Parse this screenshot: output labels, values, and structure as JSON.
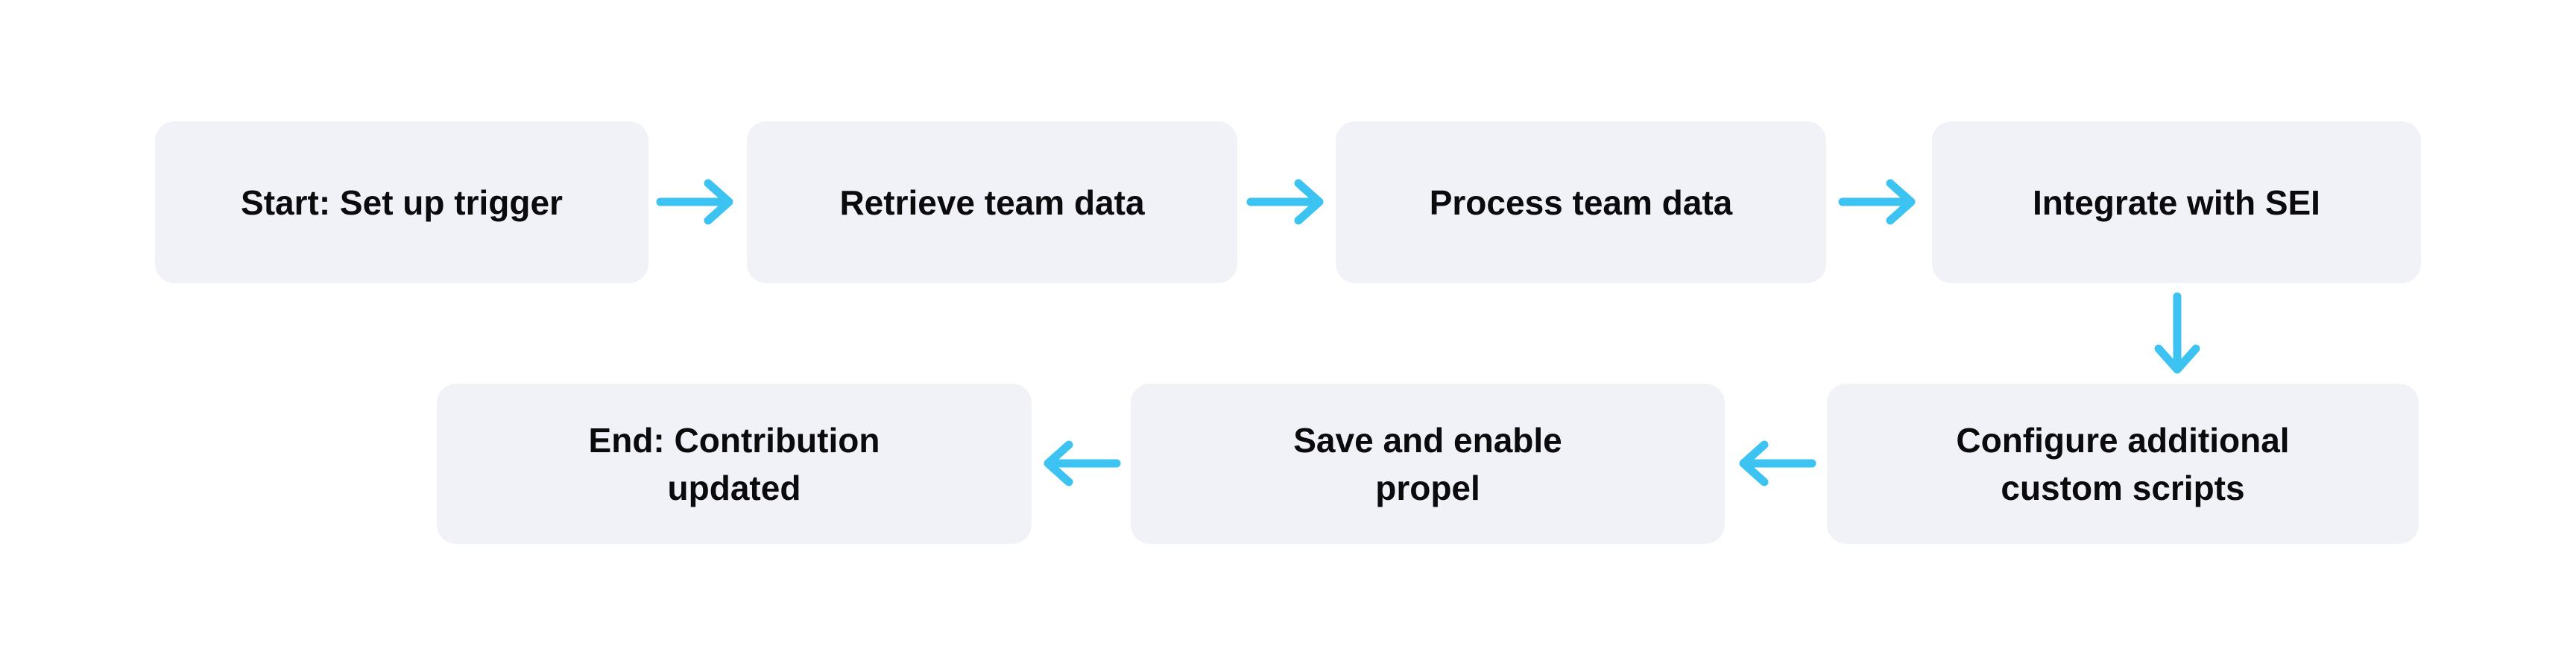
{
  "diagram": {
    "type": "flowchart",
    "direction": "left-to-right, wrapping to second row right-to-left",
    "nodes": [
      {
        "id": "start",
        "label": "Start: Set up trigger"
      },
      {
        "id": "retrieve",
        "label": "Retrieve team data"
      },
      {
        "id": "process",
        "label": "Process team data"
      },
      {
        "id": "integrate",
        "label": "Integrate with SEI"
      },
      {
        "id": "configure",
        "label": "Configure additional\ncustom scripts"
      },
      {
        "id": "save",
        "label": "Save and enable\npropel"
      },
      {
        "id": "end",
        "label": "End: Contribution\nupdated"
      }
    ],
    "edges": [
      {
        "from": "start",
        "to": "retrieve",
        "direction": "right"
      },
      {
        "from": "retrieve",
        "to": "process",
        "direction": "right"
      },
      {
        "from": "process",
        "to": "integrate",
        "direction": "right"
      },
      {
        "from": "integrate",
        "to": "configure",
        "direction": "down"
      },
      {
        "from": "configure",
        "to": "save",
        "direction": "left"
      },
      {
        "from": "save",
        "to": "end",
        "direction": "left"
      }
    ]
  },
  "colors": {
    "arrow": "#3cc3f1",
    "node_bg": "#f1f2f7",
    "node_text": "#0b0b0e",
    "canvas_bg": "#ffffff"
  }
}
